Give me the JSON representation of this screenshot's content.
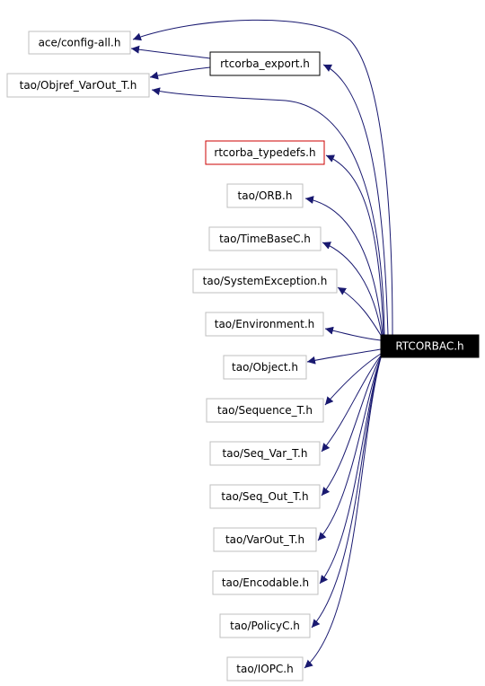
{
  "graph": {
    "root": {
      "id": "rtcorbac",
      "label": "RTCORBAC.h",
      "fill": "#000000",
      "text_color": "#ffffff"
    },
    "nodes": [
      {
        "id": "ace_config_all",
        "label": "ace/config-all.h",
        "border": "#bfbfbf"
      },
      {
        "id": "rtcorba_export",
        "label": "rtcorba_export.h",
        "border": "#000000"
      },
      {
        "id": "tao_objref_varout",
        "label": "tao/Objref_VarOut_T.h",
        "border": "#bfbfbf"
      },
      {
        "id": "rtcorba_typedefs",
        "label": "rtcorba_typedefs.h",
        "border": "#cc0000"
      },
      {
        "id": "tao_orb",
        "label": "tao/ORB.h",
        "border": "#bfbfbf"
      },
      {
        "id": "tao_timebasec",
        "label": "tao/TimeBaseC.h",
        "border": "#bfbfbf"
      },
      {
        "id": "tao_systemexception",
        "label": "tao/SystemException.h",
        "border": "#bfbfbf"
      },
      {
        "id": "tao_environment",
        "label": "tao/Environment.h",
        "border": "#bfbfbf"
      },
      {
        "id": "tao_object",
        "label": "tao/Object.h",
        "border": "#bfbfbf"
      },
      {
        "id": "tao_sequence_t",
        "label": "tao/Sequence_T.h",
        "border": "#bfbfbf"
      },
      {
        "id": "tao_seq_var_t",
        "label": "tao/Seq_Var_T.h",
        "border": "#bfbfbf"
      },
      {
        "id": "tao_seq_out_t",
        "label": "tao/Seq_Out_T.h",
        "border": "#bfbfbf"
      },
      {
        "id": "tao_varout_t",
        "label": "tao/VarOut_T.h",
        "border": "#bfbfbf"
      },
      {
        "id": "tao_encodable",
        "label": "tao/Encodable.h",
        "border": "#bfbfbf"
      },
      {
        "id": "tao_policyc",
        "label": "tao/PolicyC.h",
        "border": "#bfbfbf"
      },
      {
        "id": "tao_iopc",
        "label": "tao/IOPC.h",
        "border": "#bfbfbf"
      }
    ],
    "edges": [
      {
        "from": "rtcorbac",
        "to": "ace_config_all"
      },
      {
        "from": "rtcorbac",
        "to": "rtcorba_export"
      },
      {
        "from": "rtcorbac",
        "to": "tao_objref_varout"
      },
      {
        "from": "rtcorba_export",
        "to": "ace_config_all"
      },
      {
        "from": "rtcorba_export",
        "to": "tao_objref_varout"
      },
      {
        "from": "rtcorbac",
        "to": "rtcorba_typedefs"
      },
      {
        "from": "rtcorbac",
        "to": "tao_orb"
      },
      {
        "from": "rtcorbac",
        "to": "tao_timebasec"
      },
      {
        "from": "rtcorbac",
        "to": "tao_systemexception"
      },
      {
        "from": "rtcorbac",
        "to": "tao_environment"
      },
      {
        "from": "rtcorbac",
        "to": "tao_object"
      },
      {
        "from": "rtcorbac",
        "to": "tao_sequence_t"
      },
      {
        "from": "rtcorbac",
        "to": "tao_seq_var_t"
      },
      {
        "from": "rtcorbac",
        "to": "tao_seq_out_t"
      },
      {
        "from": "rtcorbac",
        "to": "tao_varout_t"
      },
      {
        "from": "rtcorbac",
        "to": "tao_encodable"
      },
      {
        "from": "rtcorbac",
        "to": "tao_policyc"
      },
      {
        "from": "rtcorbac",
        "to": "tao_iopc"
      }
    ],
    "edge_color": "#191970"
  }
}
